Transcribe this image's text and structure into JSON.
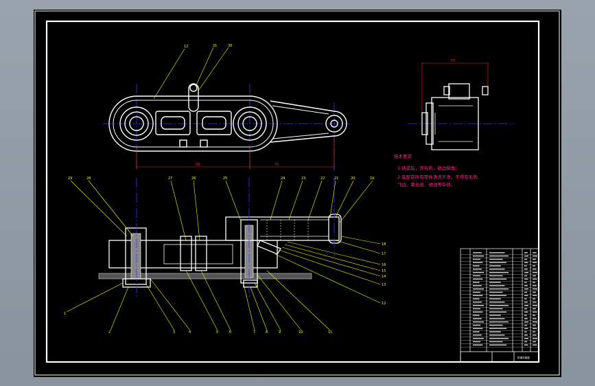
{
  "colors": {
    "background": "#000000",
    "frame": "#ffffff",
    "part_outline": "#ffffff",
    "center_line": "#2f3cff",
    "dimension": "#ff2a2a",
    "leader": "#ffff00",
    "notes": "#ff2a8a"
  },
  "top_view": {
    "dimensions": [
      "58",
      "70"
    ],
    "balloons": [
      "12",
      "31",
      "30"
    ]
  },
  "side_view": {
    "dimension": "75"
  },
  "technical_requirements": {
    "title": "技术要求",
    "lines": [
      "1.铸造后，去毛刺，锐边倒角；",
      "2.装配前所有零件清洗干净，不得有毛刺、",
      "  飞边、氧化皮、锈蚀等杂质。"
    ]
  },
  "front_view": {
    "top_balloons": [
      "29",
      "28",
      "27",
      "26",
      "25",
      "24",
      "23",
      "22",
      "21",
      "20",
      "19"
    ],
    "right_balloons": [
      "18",
      "17",
      "16",
      "15",
      "14",
      "13",
      "12"
    ],
    "bottom_balloons": [
      "1",
      "2",
      "3",
      "4",
      "5",
      "6",
      "7",
      "8",
      "9",
      "10",
      "11"
    ]
  },
  "title_block": {
    "drawing_title": "机械手腕部"
  }
}
